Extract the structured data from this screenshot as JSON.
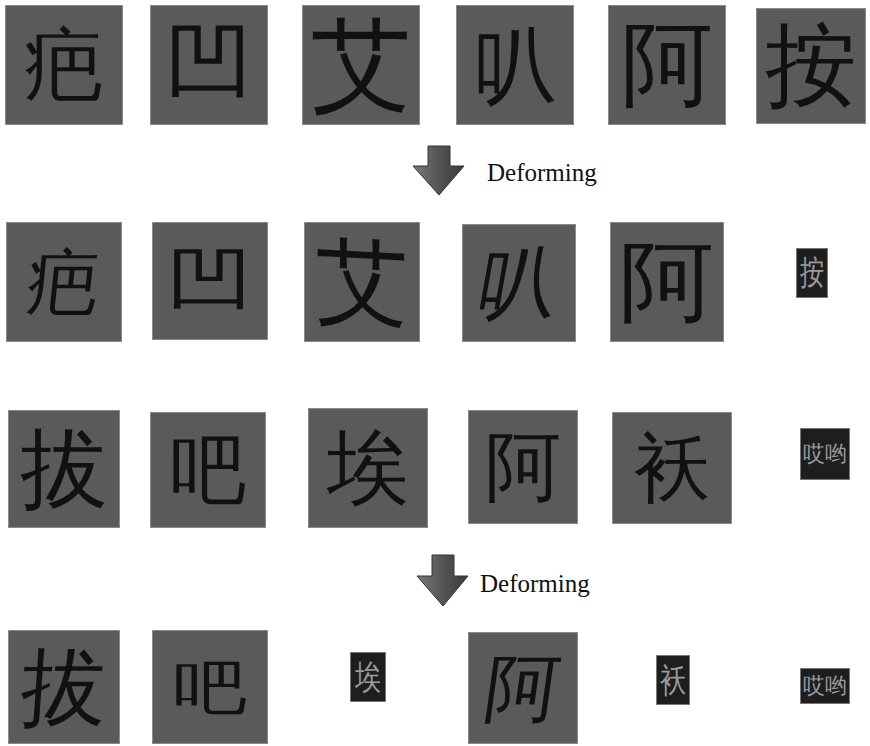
{
  "diagram": {
    "nodes": [
      {
        "text": [
          "疤"
        ]
      },
      {
        "text": [
          "凹"
        ]
      },
      {
        "text": [
          "艾"
        ]
      },
      {
        "text": [
          "叭"
        ]
      },
      {
        "text": [
          "阿"
        ]
      },
      {
        "text": [
          "按"
        ]
      },
      {
        "text": [
          "疤"
        ]
      },
      {
        "text": [
          "凹"
        ]
      },
      {
        "text": [
          "艾"
        ]
      },
      {
        "text": [
          "叭"
        ]
      },
      {
        "text": [
          "阿"
        ]
      },
      {
        "text": [
          "按"
        ]
      },
      {
        "text": [
          "拔"
        ]
      },
      {
        "text": [
          "吧"
        ]
      },
      {
        "text": [
          "埃"
        ]
      },
      {
        "text": [
          "阿"
        ]
      },
      {
        "text": [
          "袄"
        ]
      },
      {
        "text": [
          "哎哟"
        ]
      },
      {
        "text": [
          "拔"
        ]
      },
      {
        "text": [
          "吧"
        ]
      },
      {
        "text": [
          "埃"
        ]
      },
      {
        "text": [
          "阿"
        ]
      },
      {
        "text": [
          "袄"
        ]
      },
      {
        "text": [
          "哎哟"
        ]
      }
    ],
    "labels": [
      "Deforming",
      "Deforming"
    ]
  }
}
